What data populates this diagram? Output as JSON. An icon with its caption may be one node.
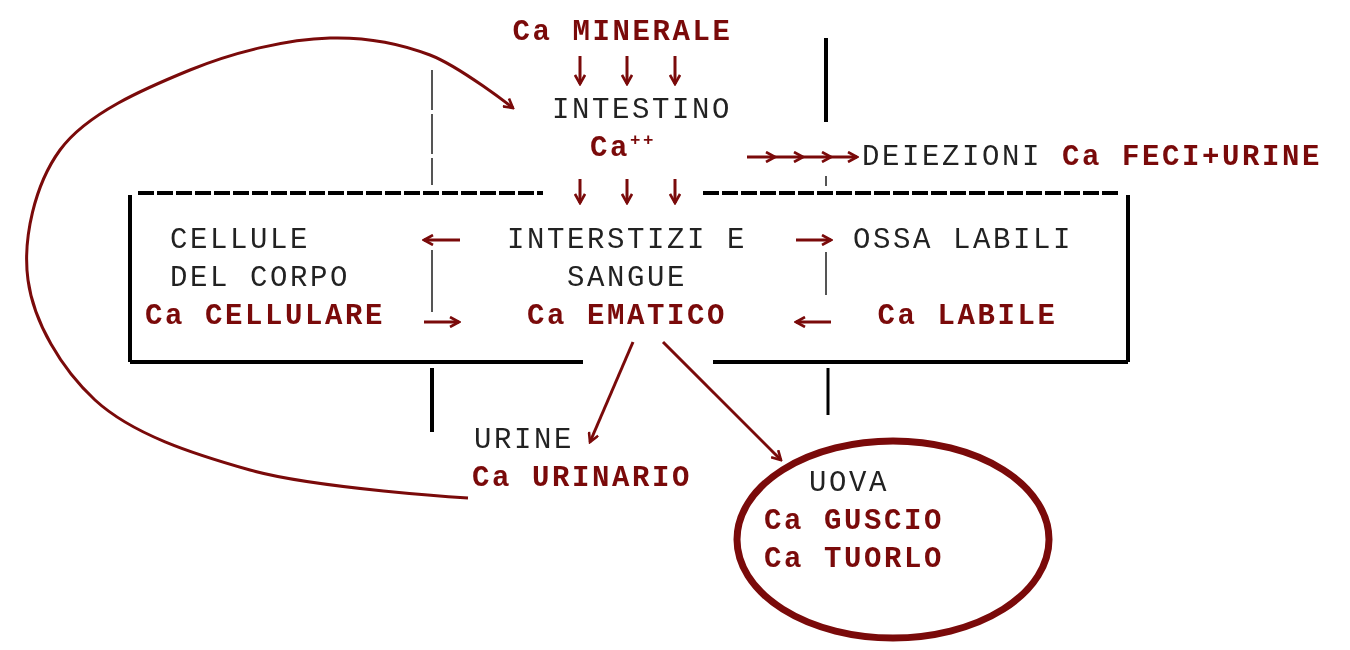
{
  "diagram": {
    "nodes": [
      {
        "text": [
          "Ca MINERALE"
        ]
      },
      {
        "text": [
          "INTESTINO",
          "Ca$^{++}$"
        ]
      },
      {
        "text": [
          "DEIEZIONI",
          "Ca FECI+URINE"
        ]
      },
      {
        "text": [],
        "shape": "box"
      },
      {
        "text": [
          "CELLULE DEL CORPO",
          "Ca CELLULARE"
        ],
        "in": 3
      },
      {
        "text": [
          "INTERSTIZI E SANGUE",
          "Ca EMATICO"
        ],
        "in": 3
      },
      {
        "text": [
          "OSSA LABILI",
          "Ca LABILE"
        ],
        "in": 3
      },
      {
        "text": [
          "URINE",
          "Ca URINARIO"
        ]
      },
      {
        "text": [
          "UOVA",
          "Ca GUSCIO",
          "Ca TUORLO"
        ]
      }
    ],
    "edges": [
      {
        "from": 0,
        "to": 1,
        "arrow": "to"
      },
      {
        "from": 0,
        "to": 1,
        "arrow": "to"
      },
      {
        "from": 0,
        "to": 1,
        "arrow": "to"
      },
      {
        "from": 1,
        "to": 2,
        "arrow": "to"
      },
      {
        "from": 1,
        "to": 5,
        "arrow": "to"
      },
      {
        "from": 1,
        "to": 5,
        "arrow": "to"
      },
      {
        "from": 1,
        "to": 5,
        "arrow": "to"
      },
      {
        "from": 5,
        "to": 4,
        "arrow": "to"
      },
      {
        "from": 4,
        "to": 5,
        "arrow": "to"
      },
      {
        "from": 5,
        "to": 6,
        "arrow": "to"
      },
      {
        "from": 6,
        "to": 5,
        "arrow": "to"
      },
      {
        "from": 5,
        "to": 7,
        "arrow": "to"
      },
      {
        "from": 5,
        "to": 8,
        "arrow": "to"
      },
      {
        "from": 7,
        "to": 1,
        "arrow": "to"
      }
    ]
  }
}
